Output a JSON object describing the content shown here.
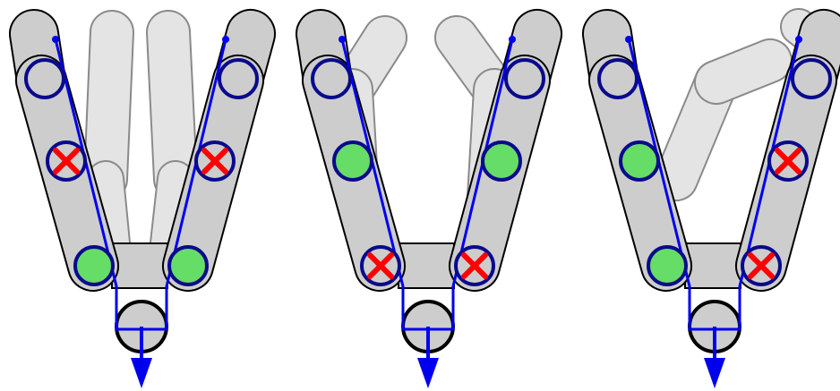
{
  "figure": {
    "description_free": true,
    "panels": [
      {
        "id": "panel-1",
        "proximal_joints": "free",
        "middle_joints": "locked",
        "ghost_pose": "straight-up"
      },
      {
        "id": "panel-2",
        "proximal_joints": "locked",
        "middle_joints": "free",
        "ghost_pose": "tips-bent-inward"
      },
      {
        "id": "panel-3",
        "proximal_joints": [
          "free",
          "locked"
        ],
        "middle_joints": [
          "free",
          "locked"
        ],
        "ghost_pose": "left-finger-bent-right"
      }
    ]
  },
  "colors": {
    "link_fill": "#cdcdcd",
    "link_stroke": "#000000",
    "ghost_fill": "#e4e4e4",
    "ghost_stroke": "#8a8a8a",
    "tendon": "#0000ee",
    "joint_ring": "#0a0a8c",
    "joint_fill": "#cdcdcd",
    "free_joint": "#66dd66",
    "locked_mark": "#ff0000"
  },
  "icons": {
    "locked": "red-x-icon",
    "free": "green-joint-icon",
    "pull": "down-arrow-icon"
  }
}
